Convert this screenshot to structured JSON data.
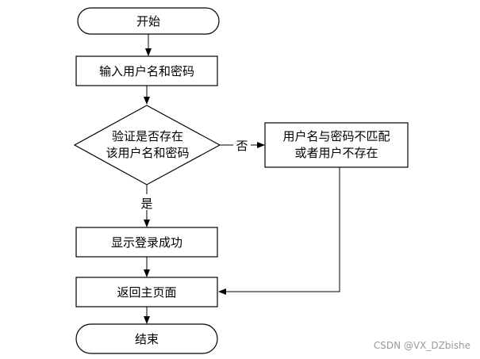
{
  "nodes": {
    "start": "开始",
    "input": "输入用户名和密码",
    "verify_line1": "验证是否存在",
    "verify_line2": "该用户名和密码",
    "error_line1": "用户名与密码不匹配",
    "error_line2": "或者用户不存在",
    "success": "显示登录成功",
    "return_home": "返回主页面",
    "end": "结束"
  },
  "edges": {
    "no": "否",
    "yes": "是"
  },
  "watermark": "CSDN @VX_DZbishe",
  "colors": {
    "stroke": "#000000",
    "background": "#ffffff",
    "watermark": "#9a9a9a"
  }
}
